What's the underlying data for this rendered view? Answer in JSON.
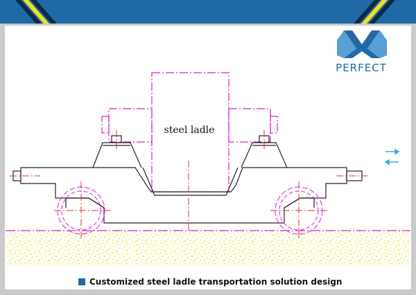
{
  "logo": {
    "text": "PERFECT",
    "icon": "x-logo-icon",
    "color": "#1f6aa6"
  },
  "diagram": {
    "ladle_label": "steel ladle",
    "colors": {
      "outline": "#222222",
      "ladle": "#d620c8",
      "centerline": "#e03030",
      "ground_hatch": "#f0e820",
      "rail": "#e040e0",
      "direction_arrows": "#33aadd"
    }
  },
  "caption": {
    "text": "Customized steel ladle transportation solution design"
  },
  "colors": {
    "header_bar": "#1f6aa6",
    "stripe_accent": "#f0e020",
    "frame": "#c9c9c9"
  }
}
